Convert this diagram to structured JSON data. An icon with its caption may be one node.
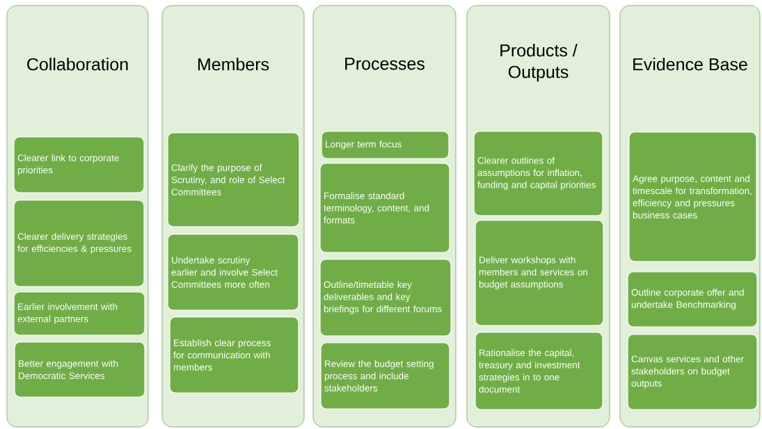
{
  "diagram": {
    "nodes": [
      {
        "text": [
          "Collaboration"
        ]
      },
      {
        "text": [
          "Clearer link to corporate priorities"
        ],
        "in": 0
      },
      {
        "text": [
          "Clearer delivery strategies for efficiencies & pressures"
        ],
        "in": 0
      },
      {
        "text": [
          "Earlier involvement with external partners"
        ],
        "in": 0
      },
      {
        "text": [
          "Better engagement with Democratic Services"
        ],
        "in": 0
      },
      {
        "text": [
          "Members"
        ]
      },
      {
        "text": [
          "Clarify the purpose of Scrutiny, and role of Select Committees"
        ],
        "in": 5
      },
      {
        "text": [
          "Undertake scrutiny earlier and involve Select Committees more often"
        ],
        "in": 5
      },
      {
        "text": [
          "Establish clear process for communication with members"
        ],
        "in": 5
      },
      {
        "text": [
          "Processes"
        ]
      },
      {
        "text": [
          "Longer term focus"
        ],
        "in": 9
      },
      {
        "text": [
          "Formalise standard terminology, content, and formats"
        ],
        "in": 9
      },
      {
        "text": [
          "Outline/timetable key deliverables and key briefings for different forums"
        ],
        "in": 9
      },
      {
        "text": [
          "Review the budget setting process and include stakeholders"
        ],
        "in": 9
      },
      {
        "text": [
          "Products / Outputs"
        ]
      },
      {
        "text": [
          "Clearer outlines of assumptions for inflation, funding and capital priorities"
        ],
        "in": 14
      },
      {
        "text": [
          "Deliver workshops with members and services on budget assumptions"
        ],
        "in": 14
      },
      {
        "text": [
          "Rationalise the capital, treasury and investment strategies in to one document"
        ],
        "in": 14
      },
      {
        "text": [
          "Evidence Base"
        ]
      },
      {
        "text": [
          "Agree purpose, content and timescale for transformation, efficiency and pressures business cases"
        ],
        "in": 18
      },
      {
        "text": [
          "Outline corporate offer and undertake Benchmarking"
        ],
        "in": 18
      },
      {
        "text": [
          "Canvas services and other stakeholders on budget outputs"
        ],
        "in": 18
      }
    ]
  }
}
